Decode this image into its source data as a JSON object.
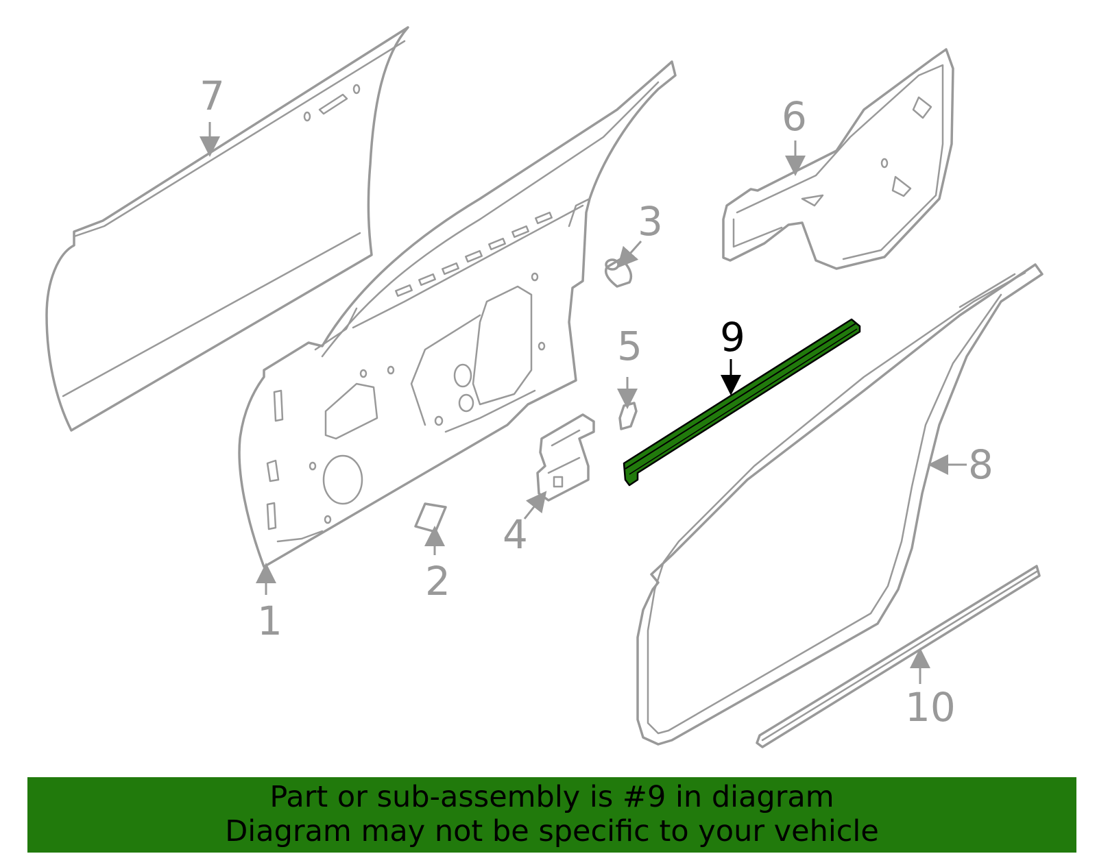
{
  "highlight_color": "#217a0c",
  "highlighted_part": "9",
  "callouts": {
    "c1": "1",
    "c2": "2",
    "c3": "3",
    "c4": "4",
    "c5": "5",
    "c6": "6",
    "c7": "7",
    "c8": "8",
    "c9": "9",
    "c10": "10"
  },
  "banner": {
    "line1": "Part or sub-assembly is #9 in diagram",
    "line2": "Diagram may not be specific to your vehicle"
  }
}
